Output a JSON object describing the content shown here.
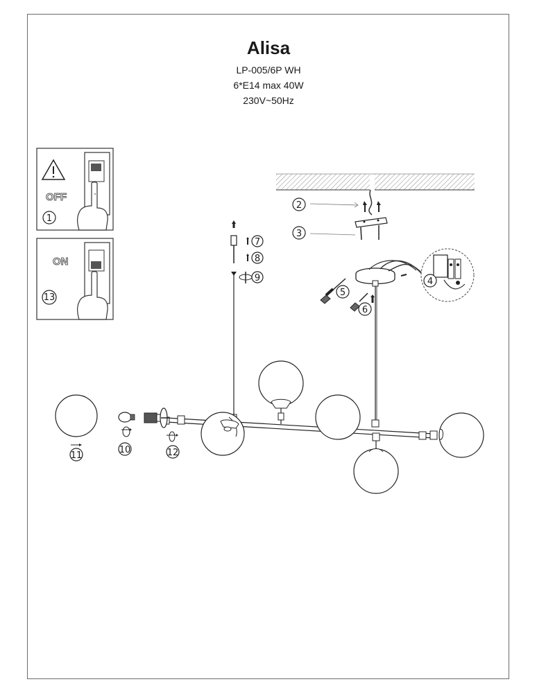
{
  "header": {
    "title": "Alisa",
    "model": "LP-005/6P WH",
    "spec": "6*E14 max 40W",
    "voltage": "230V~50Hz"
  },
  "panels": {
    "off_label": "OFF",
    "on_label": "ON"
  },
  "steps": {
    "s1": "1",
    "s2": "2",
    "s3": "3",
    "s4": "4",
    "s5": "5",
    "s6": "6",
    "s7": "7",
    "s8": "8",
    "s9": "9",
    "s10": "10",
    "s11": "11",
    "s12": "12",
    "s13": "13"
  },
  "colors": {
    "line": "#1a1a1a",
    "frame": "#6b6b6b",
    "hatch": "#888888"
  }
}
